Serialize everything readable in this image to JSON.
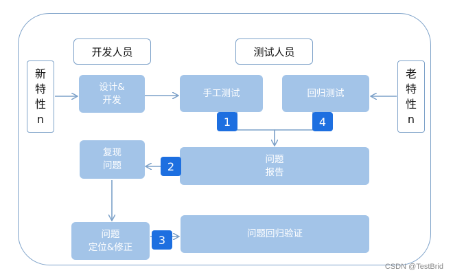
{
  "headers": {
    "dev": "开发人员",
    "test": "测试人员"
  },
  "new_feature": [
    "新",
    "特",
    "性",
    "n"
  ],
  "old_feature": [
    "老",
    "特",
    "性",
    "n"
  ],
  "nodes": {
    "design_dev": [
      "设计&",
      "开发"
    ],
    "manual_test": [
      "手工测试"
    ],
    "regression_test": [
      "回归测试"
    ],
    "reproduce": [
      "复现",
      "问题"
    ],
    "bug_report": [
      "问题",
      "报告"
    ],
    "locate_fix": [
      "问题",
      "定位&修正"
    ],
    "regression_verify": [
      "问题回归验证"
    ]
  },
  "badges": [
    "1",
    "2",
    "3",
    "4"
  ],
  "watermark": "CSDN @TestBrid",
  "colors": {
    "frame": "#7ba0c8",
    "node_fill": "#a3c4e8",
    "badge_fill": "#1d6fe0",
    "arrow": "#7ba0c8"
  }
}
